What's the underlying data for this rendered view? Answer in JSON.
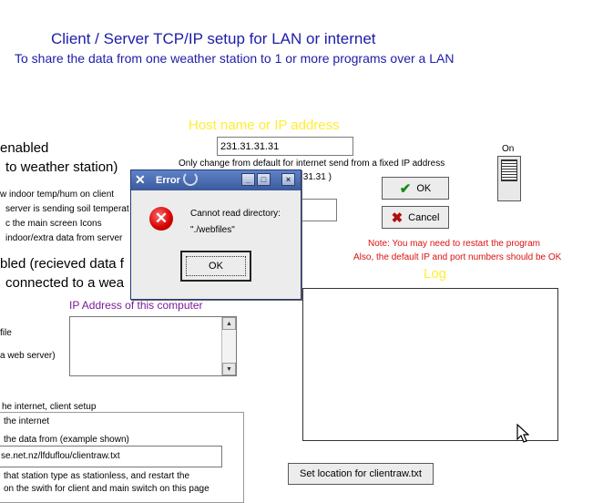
{
  "header": {
    "title": "Client / Server TCP/IP setup for LAN or internet",
    "subtitle": "To share the data from one weather station to 1 or more programs over a LAN"
  },
  "host": {
    "label": "Host name or IP address",
    "value": "231.31.31.31",
    "note": "Only change from default for internet send from a fixed IP address",
    "partial_note": ".31.31 )"
  },
  "left_panel": {
    "enabled_label": "enabled",
    "weather_station_label": "to weather station)",
    "options": [
      "w indoor temp/hum on client",
      "server is sending soil temperat",
      "c the main screen Icons",
      "indoor/extra data from server"
    ],
    "received_label": "bled (recieved data f",
    "connected_label": "connected to a wea",
    "file_label": "file",
    "web_server_label": "a web server)"
  },
  "buttons": {
    "ok": "OK",
    "cancel": "Cancel",
    "set_location": "Set location for clientraw.txt"
  },
  "switch": {
    "label": "On"
  },
  "notes": {
    "restart": "Note: You may need to restart the program",
    "default_ip": "Also, the default IP and port numbers should be OK"
  },
  "log": {
    "label": "Log"
  },
  "ip_section": {
    "label": "IP Address of this computer"
  },
  "internet_group": {
    "title": "he internet, client setup",
    "line1": "the internet",
    "line2": "the data from (example shown)",
    "url": "se.net.nz/lfduflou/clientraw.txt",
    "line3": "that station type as stationless, and restart the",
    "line4": "on the swith for client and main switch on this page"
  },
  "dialog": {
    "title": "Error",
    "message": "Cannot read directory:",
    "path": "\"./webfiles\"",
    "ok_label": "OK",
    "minimize": "_",
    "maximize": "□",
    "close": "×"
  },
  "colors": {
    "title_blue": "#1c1ca8",
    "host_label_yellow": "#ffee33",
    "note_red": "#dd1111",
    "ip_label_purple": "#7a1a9a",
    "dialog_titlebar": "#3a5a9c",
    "error_red": "#d40000"
  }
}
